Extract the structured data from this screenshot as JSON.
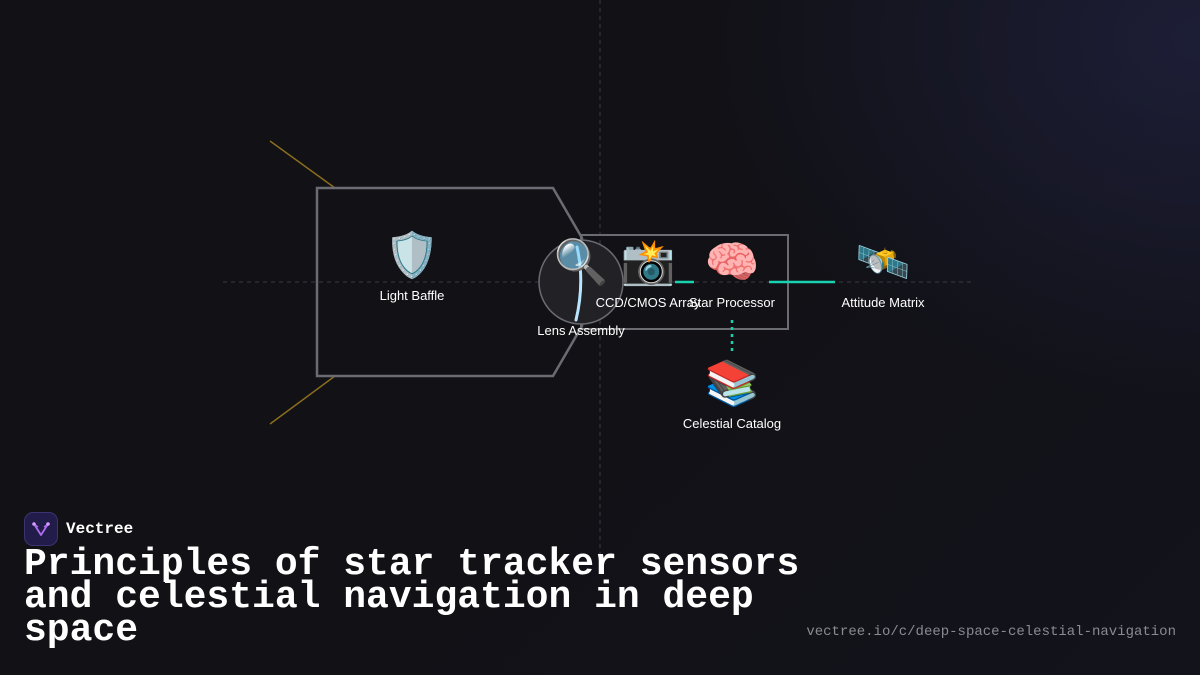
{
  "diagram": {
    "nodes": [
      {
        "id": "light-baffle",
        "label": "Light Baffle",
        "icon": "shield-icon",
        "glyph": "🛡️"
      },
      {
        "id": "lens-assembly",
        "label": "Lens Assembly",
        "icon": "magnifier-icon",
        "glyph": "🔍"
      },
      {
        "id": "ccd-cmos-array",
        "label": "CCD/CMOS Array",
        "icon": "camera-flash-icon",
        "glyph": "📸"
      },
      {
        "id": "star-processor",
        "label": "Star Processor",
        "icon": "brain-icon",
        "glyph": "🧠"
      },
      {
        "id": "attitude-matrix",
        "label": "Attitude Matrix",
        "icon": "satellite-icon",
        "glyph": "🛰️"
      },
      {
        "id": "celestial-catalog",
        "label": "Celestial Catalog",
        "icon": "books-icon",
        "glyph": "📚"
      }
    ],
    "edges": [
      {
        "from": "ccd-cmos-array",
        "to": "star-processor",
        "style": "solid"
      },
      {
        "from": "star-processor",
        "to": "attitude-matrix",
        "style": "solid"
      },
      {
        "from": "star-processor",
        "to": "celestial-catalog",
        "style": "dotted"
      }
    ],
    "colors": {
      "outline": "#6b6b72",
      "accent_teal": "#19d3b0",
      "baffle_rays": "#8a6d1e",
      "guide_lines": "#3a3a44",
      "lens_fill": "#222226",
      "light_path": "#b9e6ff"
    }
  },
  "brand": {
    "name": "Vectree",
    "logo_icon": "vectree-logo-icon",
    "logo_color": "#b06cf0"
  },
  "title": "Principles of star tracker sensors and celestial navigation in deep space",
  "url": "vectree.io/c/deep-space-celestial-navigation"
}
